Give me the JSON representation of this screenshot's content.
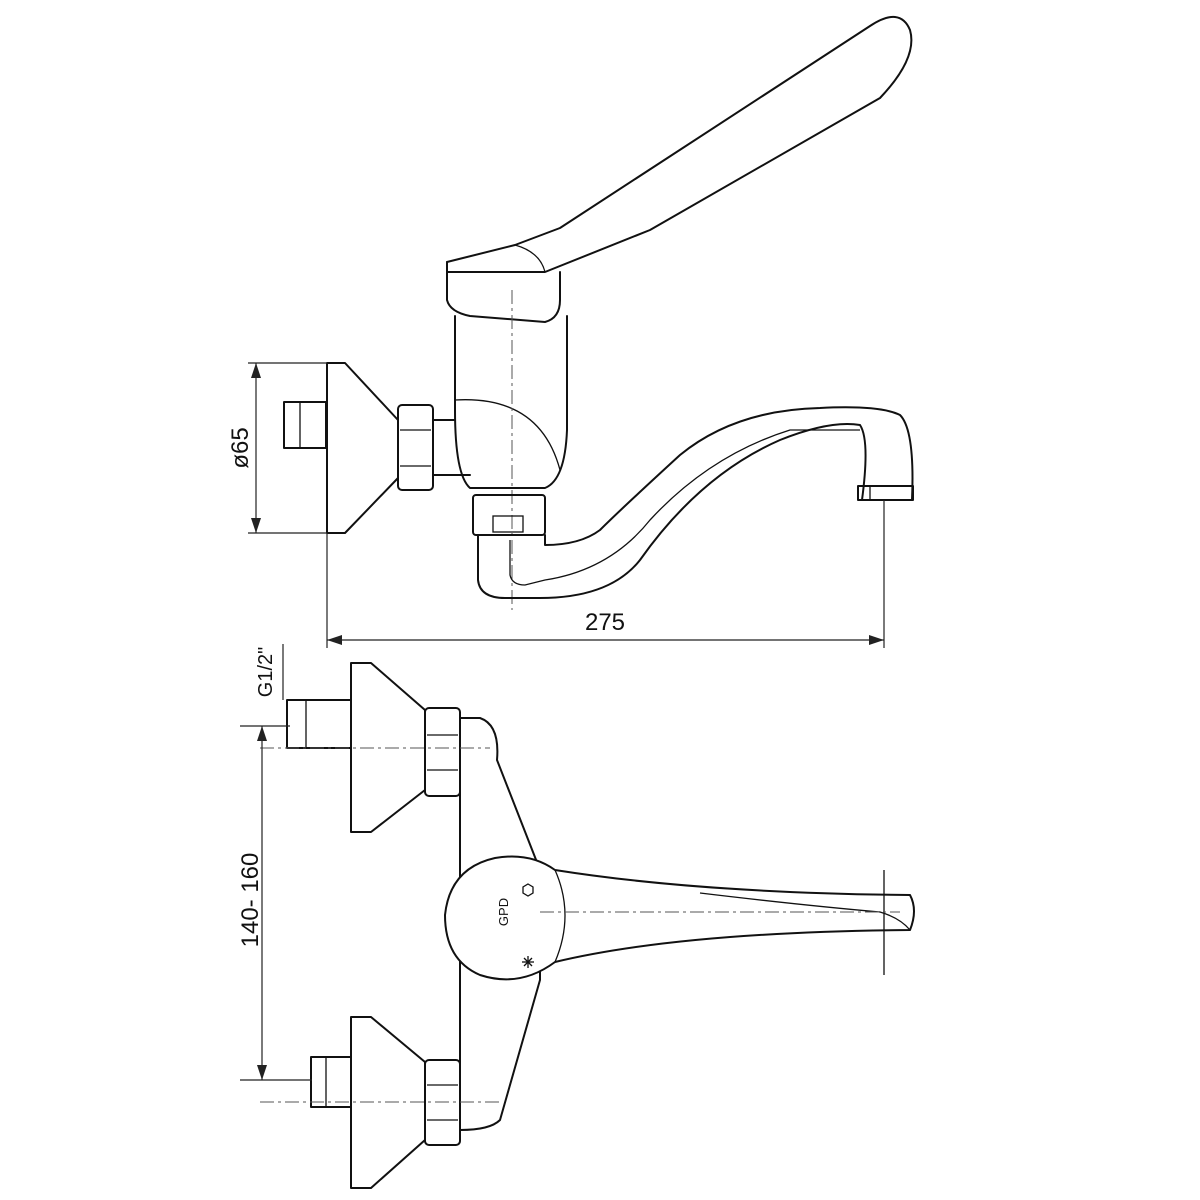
{
  "drawing": {
    "dimensions": {
      "flange_diameter": "ø65",
      "overall_length": "275",
      "inlet_thread": "G1/2\"",
      "inlet_spacing": "140- 160"
    },
    "logo_text": "GPD",
    "icons": {
      "hot_marker": "hexagon-icon",
      "cold_marker": "snowflake-icon"
    },
    "colors": {
      "line": "#111111",
      "background": "#ffffff"
    }
  }
}
